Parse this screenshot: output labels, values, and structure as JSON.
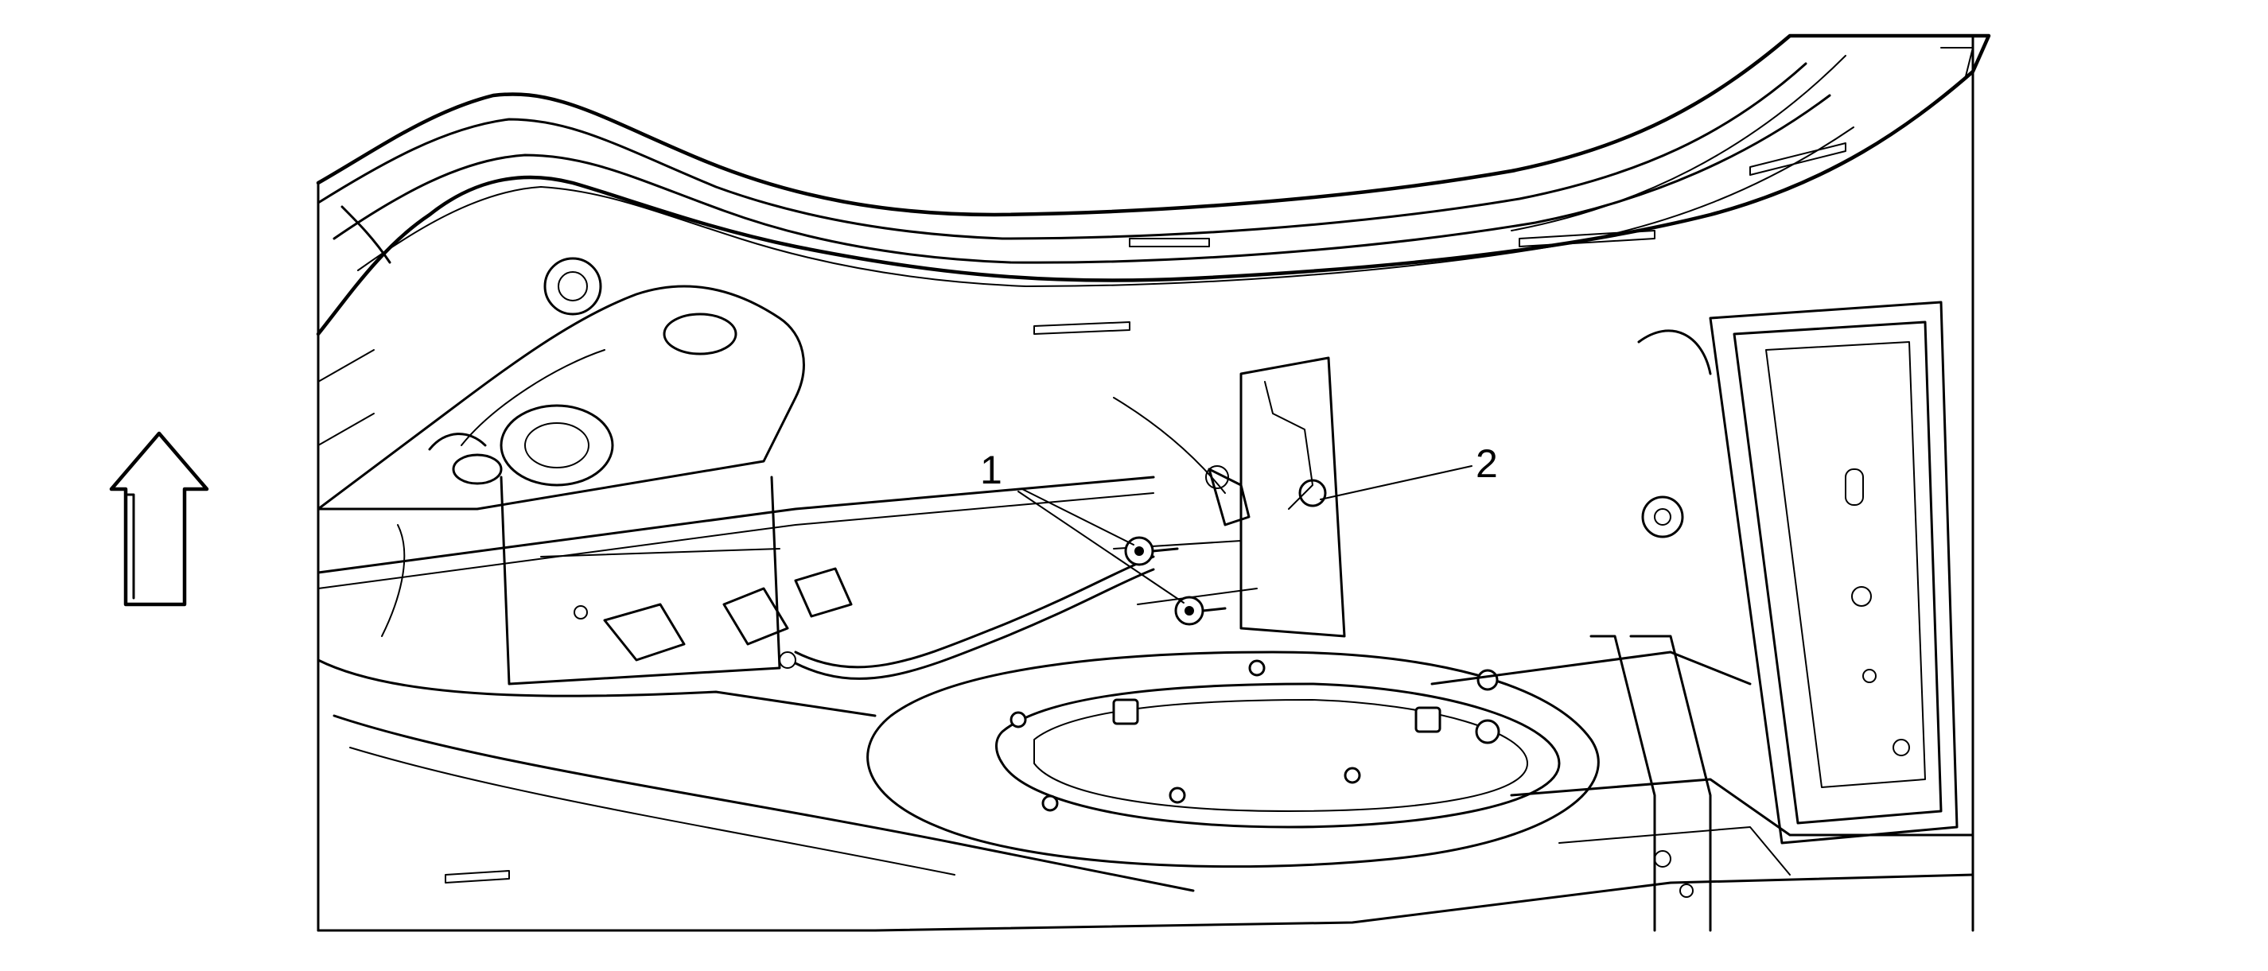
{
  "figure": {
    "callouts": [
      {
        "id": "callout-1",
        "label": "1"
      },
      {
        "id": "callout-2",
        "label": "2"
      }
    ],
    "orientation_arrow": {
      "icon": "up-arrow-icon"
    }
  }
}
